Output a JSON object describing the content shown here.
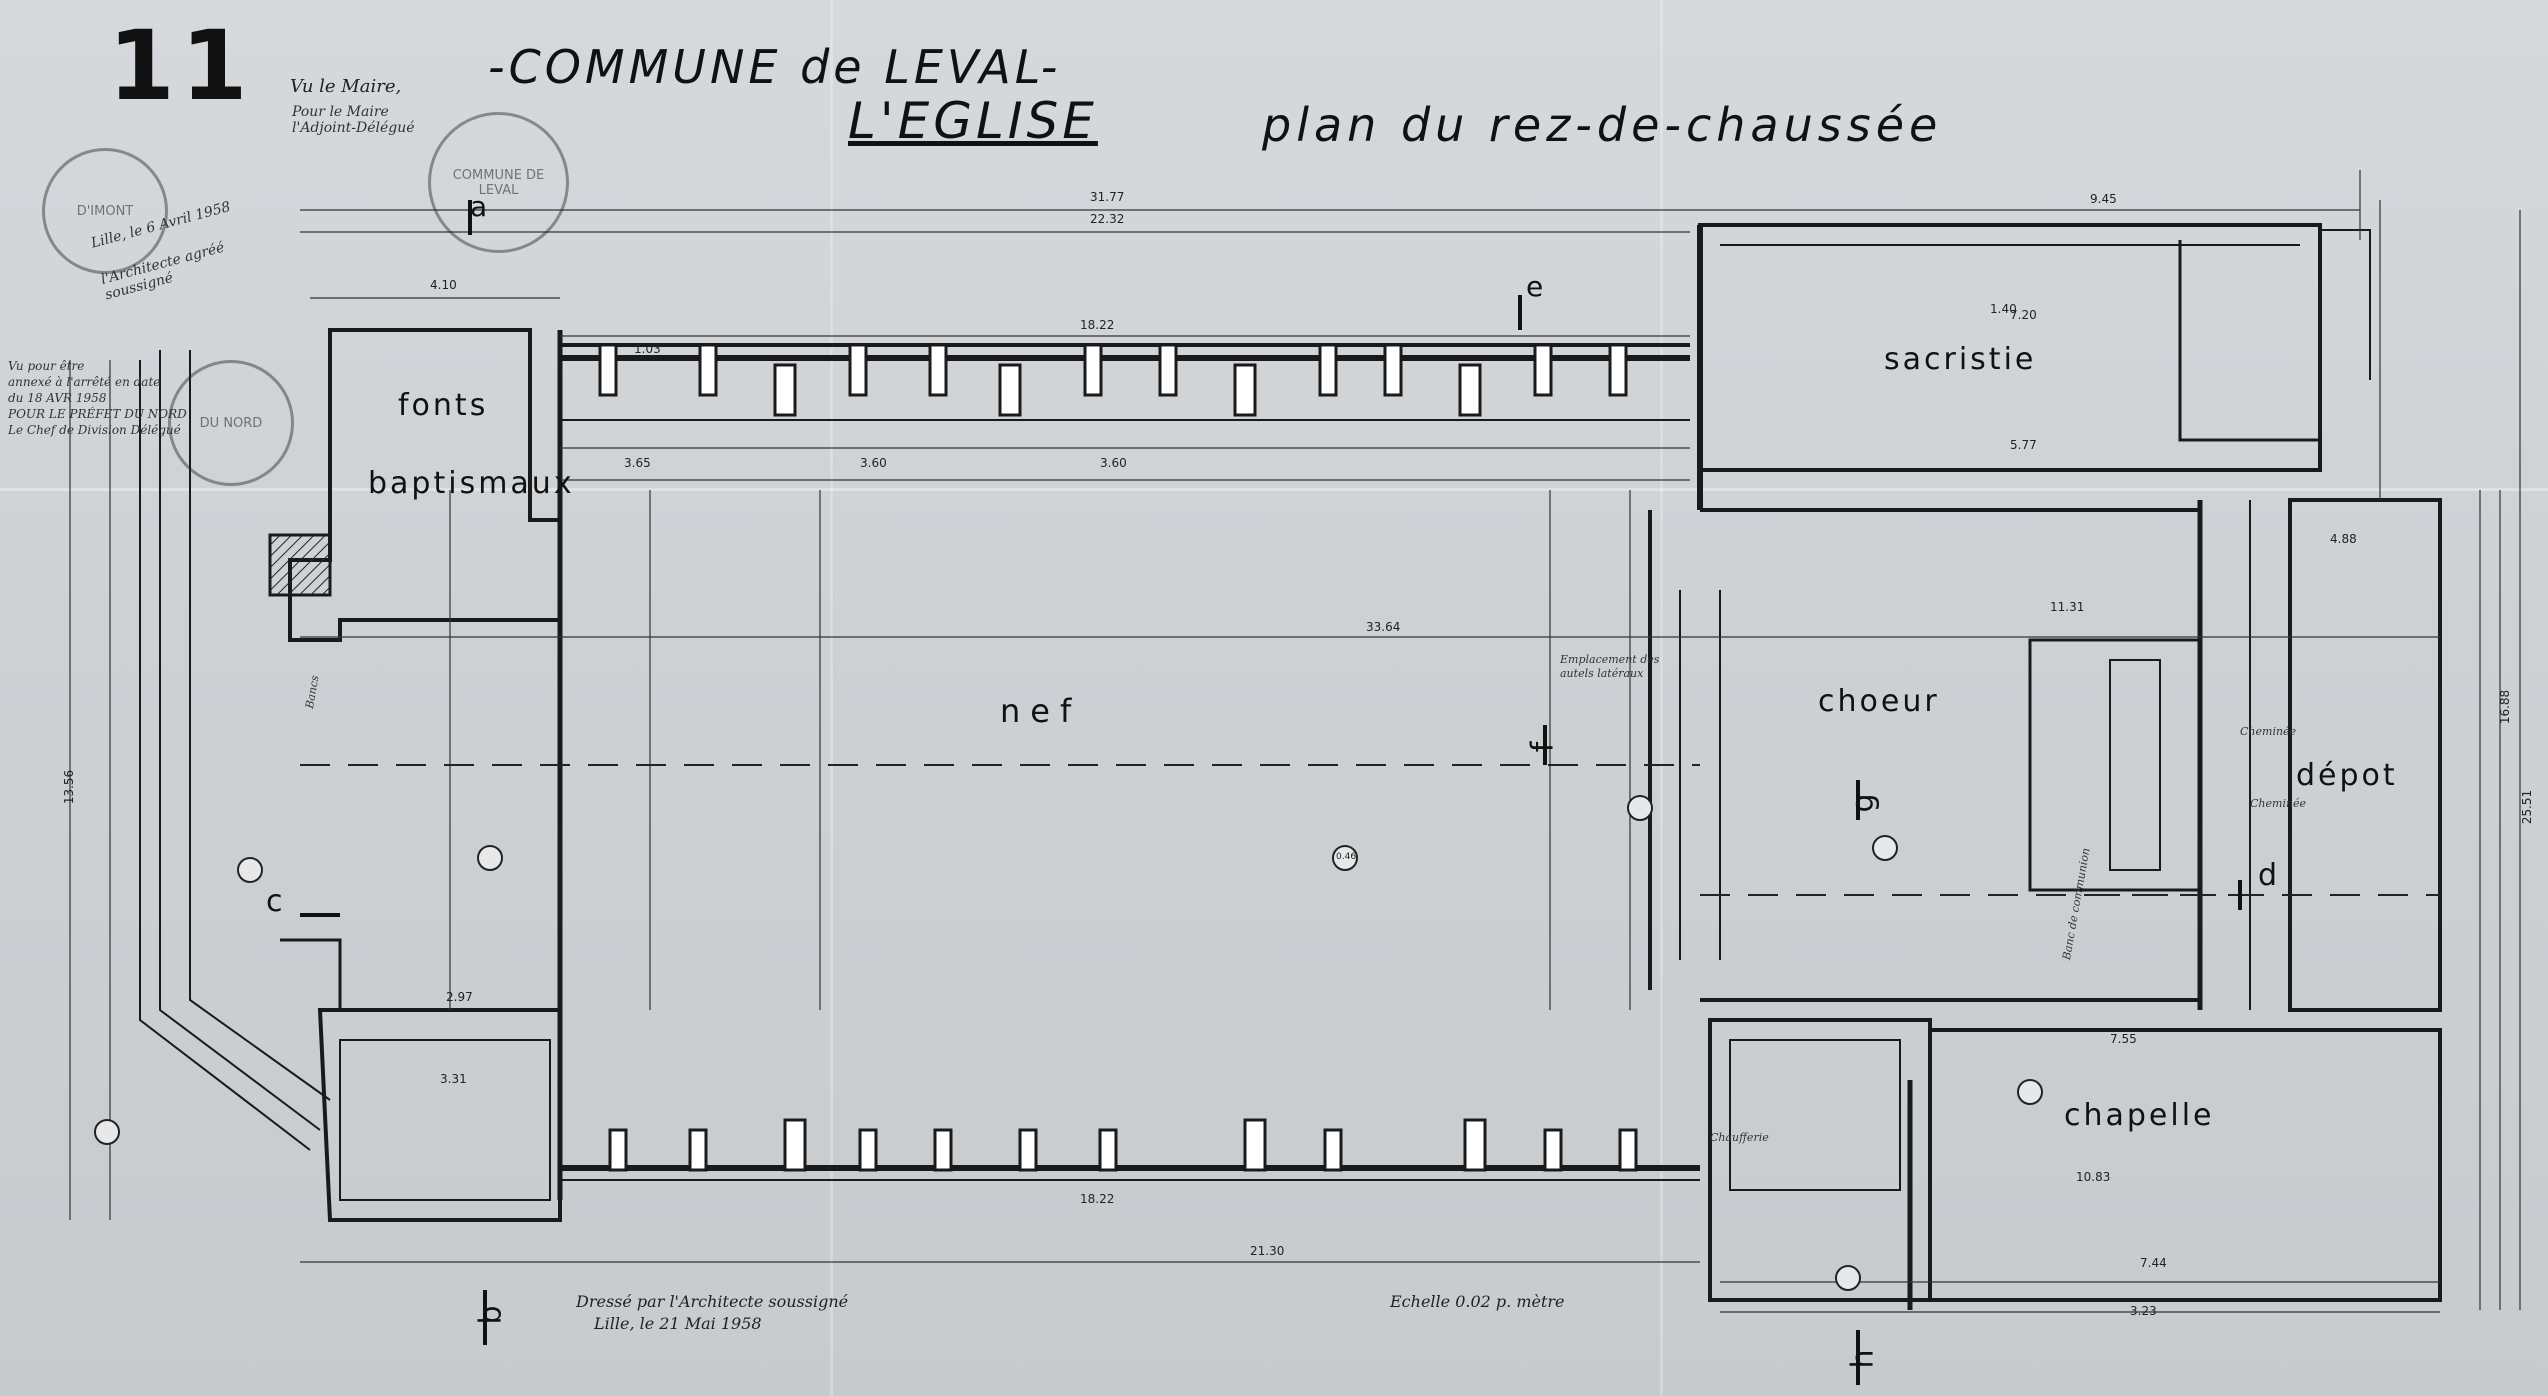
{
  "sheet_number": "11",
  "title": {
    "commune": "-COMMUNE de LEVAL-",
    "building": "L'EGLISE",
    "subtitle": "plan du rez-de-chaussée"
  },
  "rooms": {
    "fonts_line1": "fonts",
    "fonts_line2": "baptismaux",
    "sacristie": "sacristie",
    "nef": "nef",
    "choeur": "choeur",
    "depot": "dépot",
    "chapelle": "chapelle"
  },
  "section_marks": {
    "a": "a",
    "b": "b",
    "c": "c",
    "d": "d",
    "e": "e",
    "f": "f",
    "g": "g",
    "h": "h"
  },
  "stamps": {
    "left_round": "D'IMONT",
    "commune_round": "COMMUNE DE LEVAL",
    "prefecture_round": "DU NORD"
  },
  "handwritten": {
    "mayor": "Vu le Maire,",
    "mayor_sub": "Pour le Maire l'Adjoint-Délégué",
    "architect": "Lille, le 6 Avril 1958",
    "architect_sub": "l'Architecte agréé soussigné",
    "prefect_1": "Vu pour être",
    "prefect_2": "annexé à l'arrêté en date",
    "prefect_3": "du 18 AVR 1958",
    "prefect_4": "POUR LE PRÉFET DU NORD",
    "prefect_5": "Le Chef de Division Délégué",
    "drawn_by": "Dressé par l'Architecte soussigné",
    "drawn_date": "Lille, le 21 Mai 1958",
    "scale": "Echelle 0.02 p. mètre"
  },
  "dimensions": {
    "overall_top": "31.77",
    "nave_top": "22.32",
    "nave_wall": "18.22",
    "nave_span": "33.64",
    "bottom_total": "21.30",
    "sacristie_w": "9.45",
    "sacristie_in": "7.20",
    "choir_in": "5.77",
    "choir_w": "11.31",
    "chapel_w": "7.55",
    "chapel_in": "10.83",
    "chapel_inner": "7.44",
    "depot_w": "4.88",
    "right_total": "16.88",
    "far_right": "25.51",
    "left_total": "13.56",
    "nave_mid": "3.60",
    "bay_a": "3.65",
    "bay_b": "3.60",
    "pier": "1.03",
    "fonts_w": "4.10",
    "tower_w": "2.97",
    "tower_in": "3.31",
    "choir_bay": "1.40",
    "bottom_right": "3.23"
  },
  "annotations": {
    "choir_note_1": "Emplacement des",
    "choir_note_2": "autels latéraux",
    "depot_note_1": "Cheminée",
    "depot_note_2": "Cheminée",
    "nave_note": "Bancs",
    "choir_label": "Banc de communion",
    "stair_note": "Chaufferie",
    "cote": "0.46"
  }
}
